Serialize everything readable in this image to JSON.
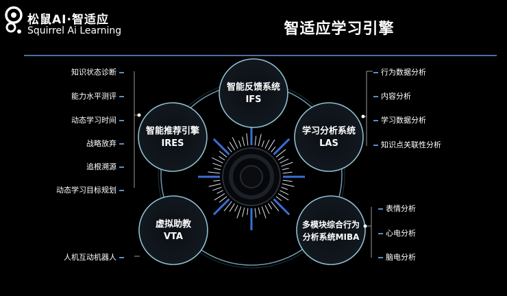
{
  "brand": {
    "name_cn": "松鼠AI·智适应",
    "name_en": "Squirrel Ai Learning"
  },
  "page_title": "智适应学习引擎",
  "nodes": {
    "ifs": {
      "name": "智能反馈系统",
      "abbr": "IFS"
    },
    "ires": {
      "name": "智能推荐引擎",
      "abbr": "IRES"
    },
    "las": {
      "name": "学习分析系统",
      "abbr": "LAS"
    },
    "vta": {
      "name": "虚拟助教",
      "abbr": "VTA"
    },
    "miba": {
      "name": "多模块综合行为",
      "name2": "分析系统MIBA"
    }
  },
  "left_items": [
    "知识状态诊断",
    "能力水平测评",
    "动态学习时间",
    "战略放弃",
    "追根溯源",
    "动态学习目标规划"
  ],
  "vta_items": [
    "人机互动机器人"
  ],
  "las_items": [
    "行为数据分析",
    "内容分析",
    "学习数据分析",
    "知识点关联性分析"
  ],
  "miba_items": [
    "表情分析",
    "心电分析",
    "脑电分析"
  ],
  "colors": {
    "accent": "#5a8fd0",
    "ring": "#9fc8d8",
    "core": "#3a6fd8"
  }
}
